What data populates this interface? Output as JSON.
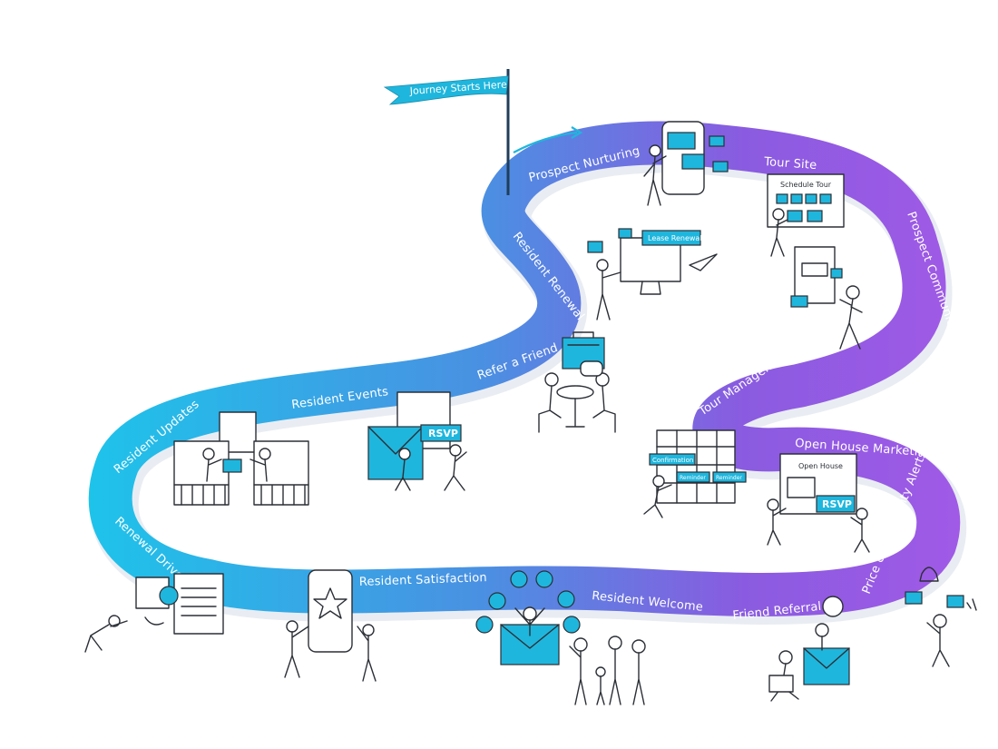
{
  "flag": {
    "label": "Journey Starts Here"
  },
  "road_labels": {
    "prospect_nurturing": "Prospect Nurturing",
    "tour_site": "Tour Site",
    "prospect_communication": "Prospect Communication",
    "resident_renewal": "Resident Renewal",
    "refer_a_friend": "Refer a Friend",
    "resident_events": "Resident Events",
    "resident_updates": "Resident Updates",
    "tour_management": "Tour Management",
    "open_house_marketing": "Open House Marketing",
    "renewal_drives": "Renewal Drives",
    "resident_satisfaction": "Resident Satisfaction",
    "resident_welcome": "Resident Welcome",
    "friend_referral": "Friend Referral",
    "price_availability_alerts": "Price & Availability Alerts"
  },
  "illustrations": {
    "schedule_tour": "Schedule Tour",
    "lease_renewal": "Lease Renewal",
    "rsvp_events": "RSVP",
    "open_house": "Open House",
    "rsvp_open_house": "RSVP",
    "confirmation": "Confirmation",
    "reminder_1": "Reminder",
    "reminder_2": "Reminder"
  },
  "colors": {
    "cyan": "#1ec3ea",
    "blue": "#4a90e2",
    "purple": "#8a5be0",
    "violet": "#a05ae6",
    "icon_accent": "#1fb6dd",
    "flag_pole": "#1f3e5a"
  }
}
